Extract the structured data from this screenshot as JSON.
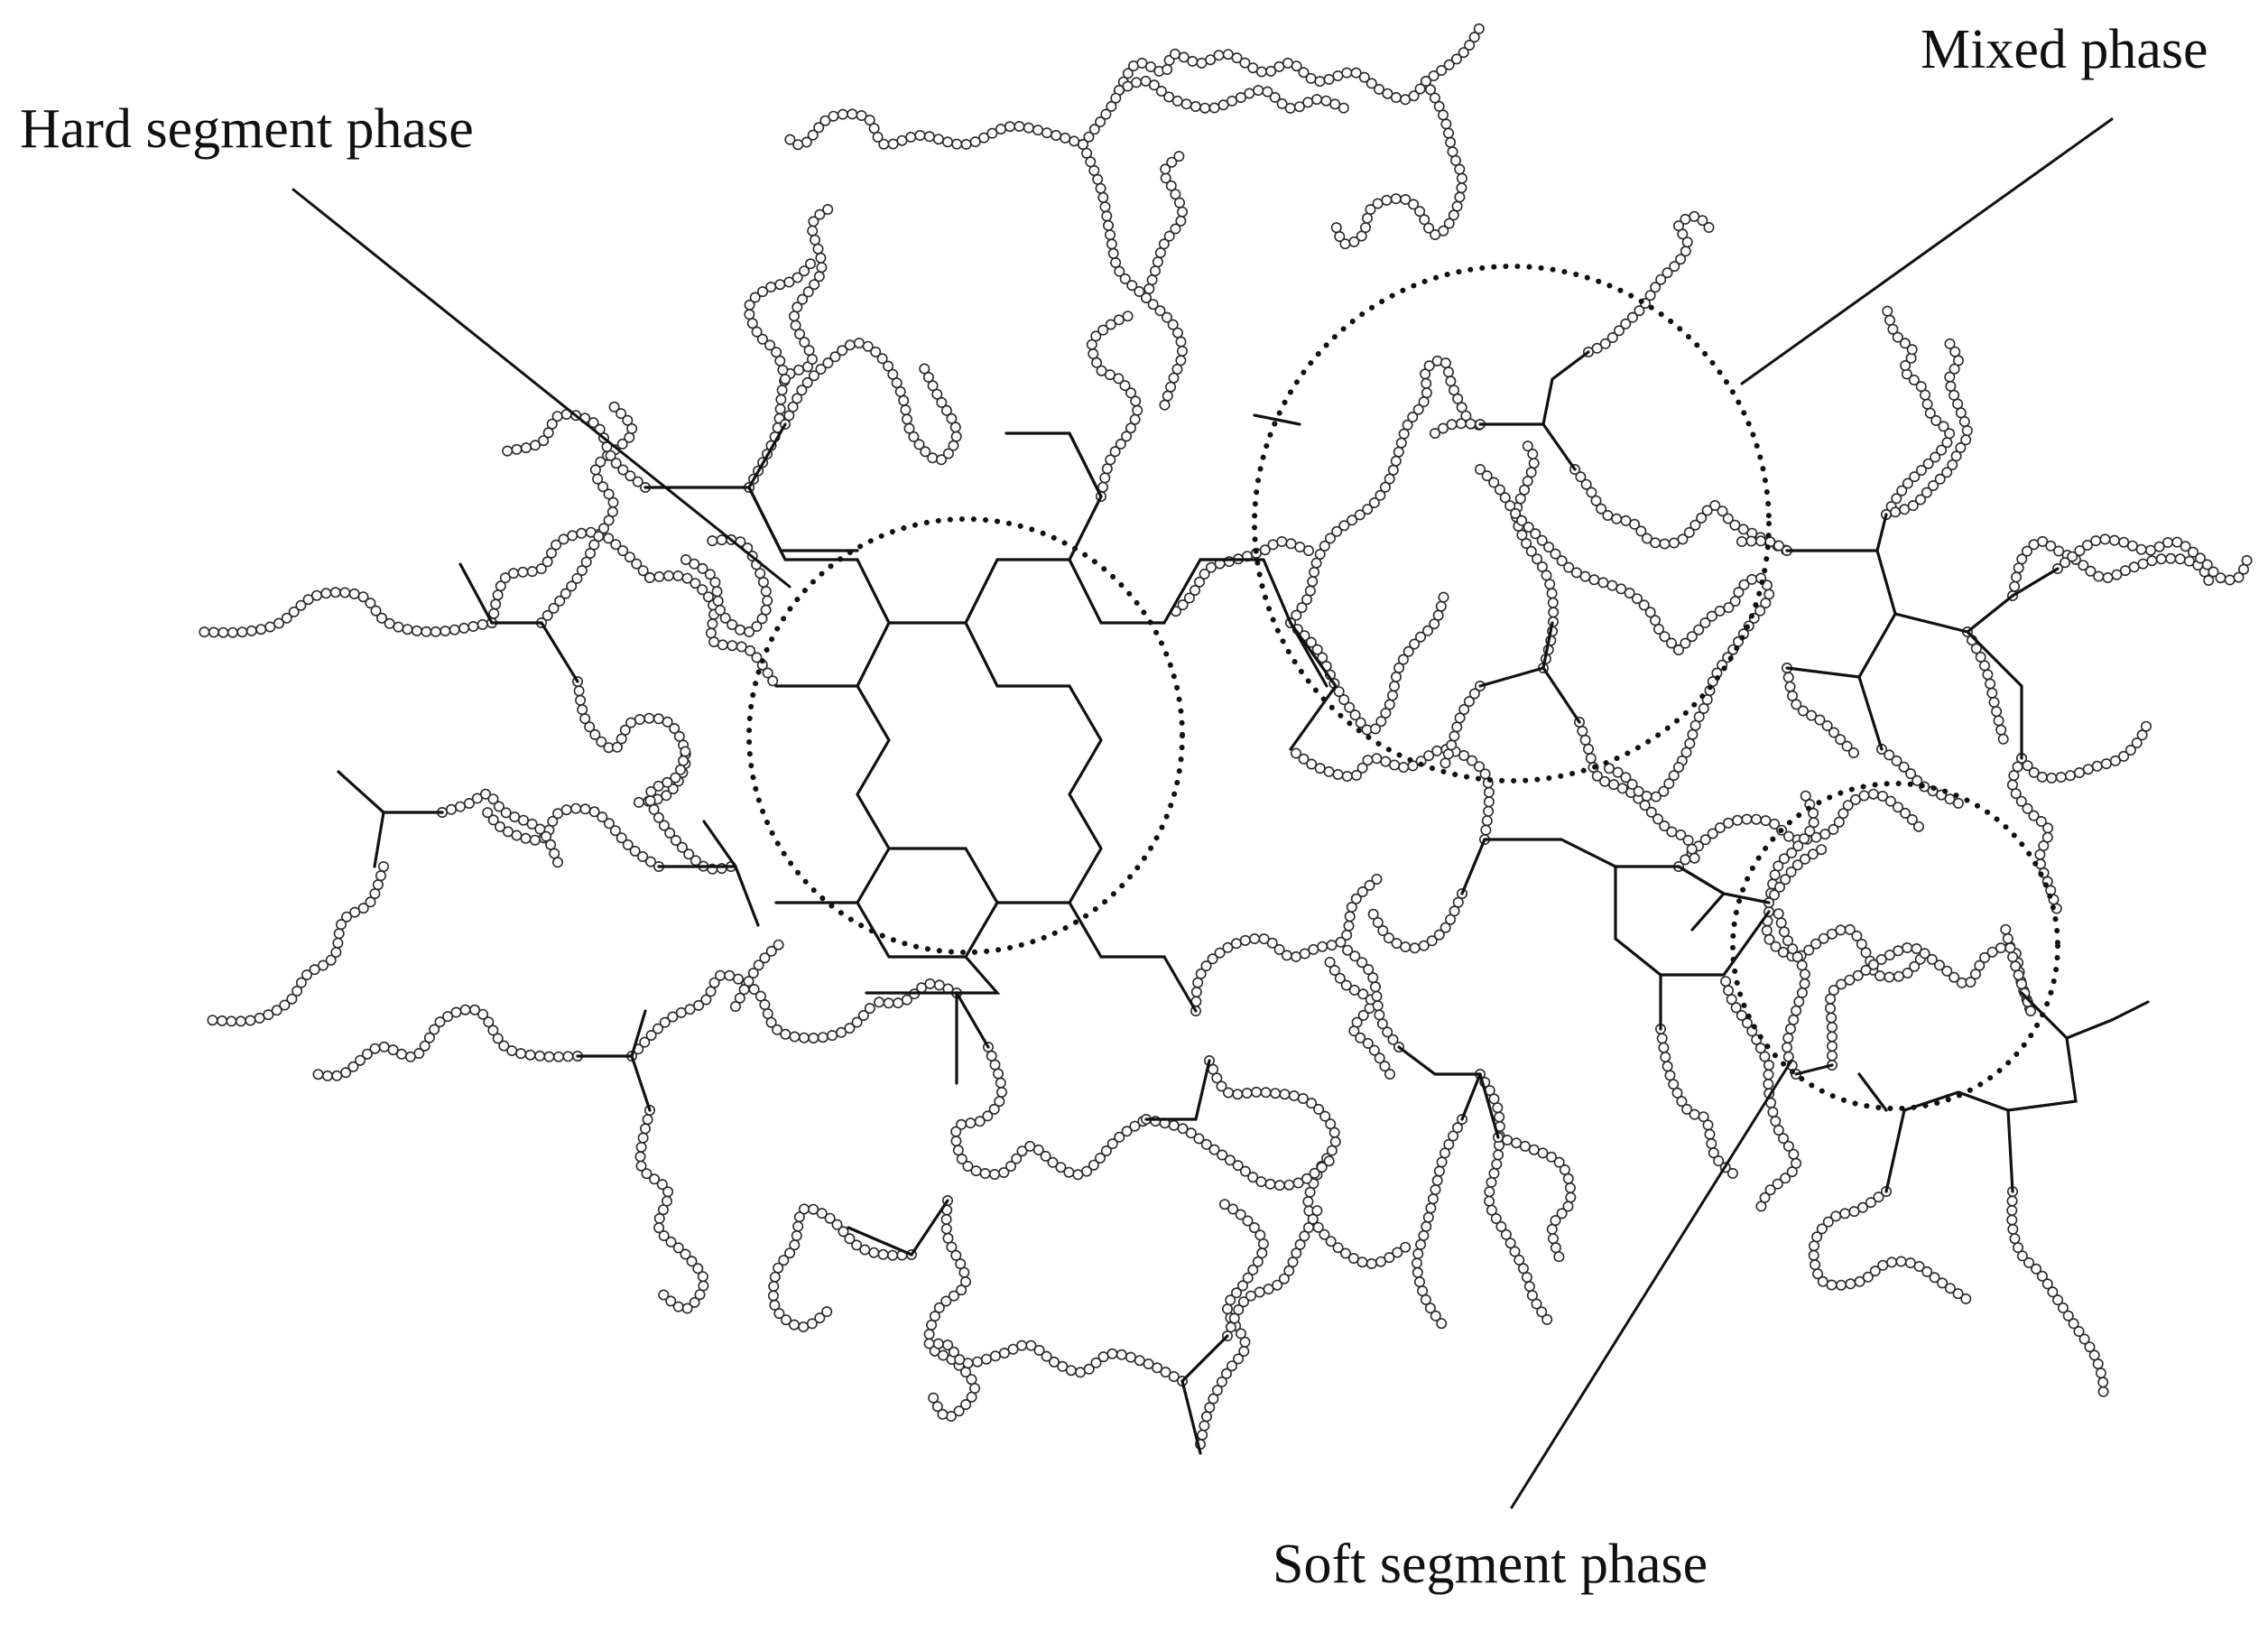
{
  "labels": {
    "hard_segment_phase": "Hard segment phase",
    "mixed_phase": "Mixed phase",
    "soft_segment_phase": "Soft segment phase"
  },
  "colors": {
    "line": "#111111",
    "bead_stroke": "#2a2a2a",
    "bead_fill": "#ffffff",
    "background": "#ffffff"
  }
}
